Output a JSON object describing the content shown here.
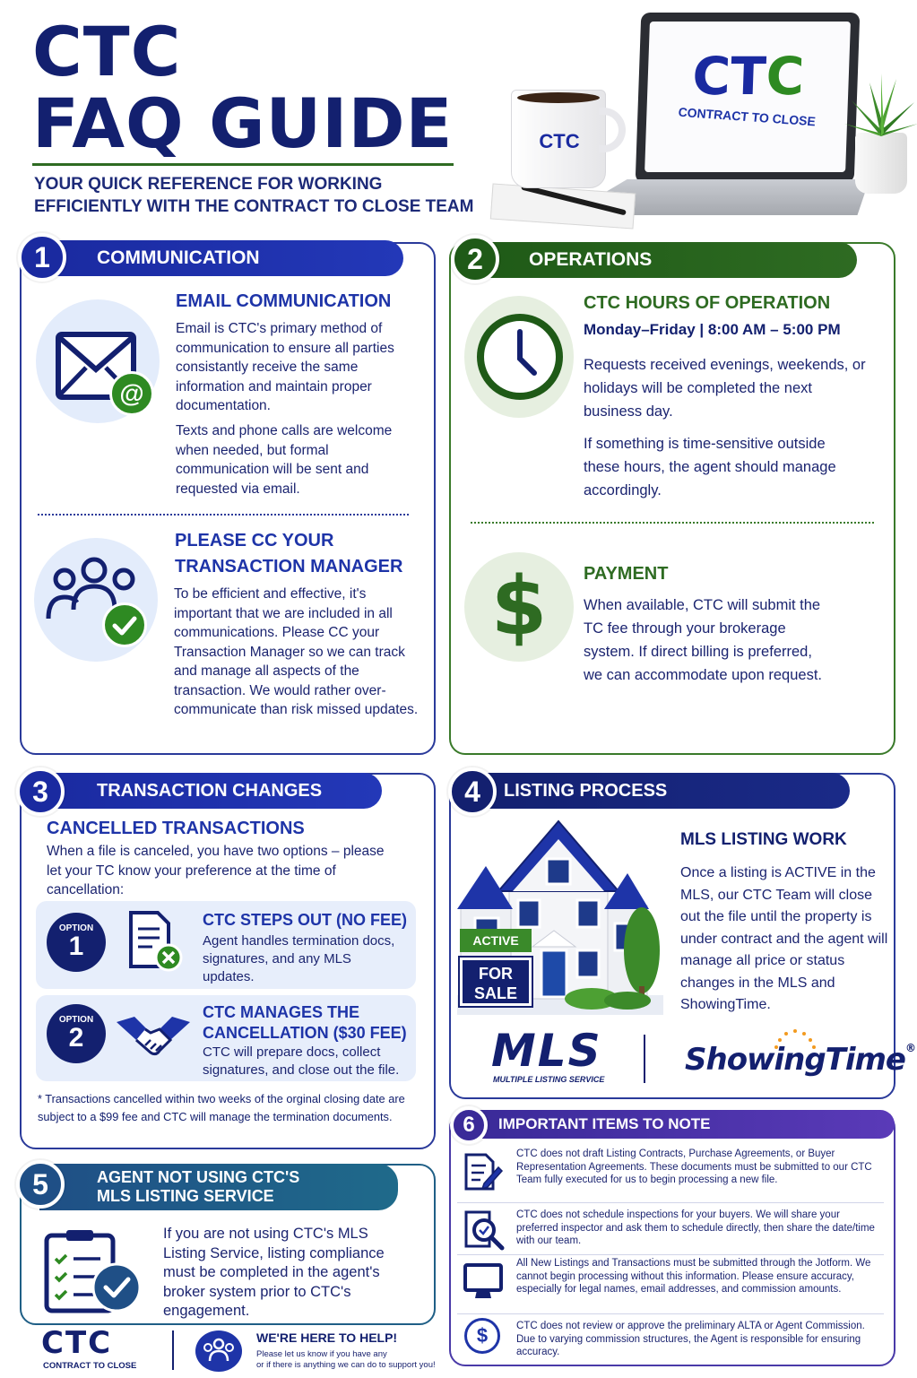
{
  "header": {
    "title_line1": "CTC",
    "title_line2": "FAQ GUIDE",
    "subtitle_line1": "YOUR QUICK REFERENCE FOR WORKING",
    "subtitle_line2": "EFFICIENTLY WITH THE CONTRACT TO CLOSE TEAM",
    "mug_label": "CTC",
    "laptop_logo_c1": "CT",
    "laptop_logo_c2": "C",
    "laptop_tagline": "CONTRACT TO CLOSE"
  },
  "sections": {
    "communication": {
      "number": "1",
      "title": "COMMUNICATION",
      "email": {
        "heading": "EMAIL COMMUNICATION",
        "para1": "Email is CTC's primary method of communication to ensure all parties consistantly receive the same information and maintain proper documentation.",
        "para2": "Texts and phone calls are welcome when needed, but formal communication will be sent and requested via email."
      },
      "cc": {
        "heading_line1": "PLEASE CC YOUR",
        "heading_line2": "TRANSACTION MANAGER",
        "para": "To be efficient and effective, it's important that we are included in all communications. Please CC your Transaction Manager so we can track and manage all aspects of the transaction. We would rather over-communicate than risk missed updates."
      }
    },
    "operations": {
      "number": "2",
      "title": "OPERATIONS",
      "hours": {
        "heading": "CTC HOURS OF OPERATION",
        "schedule": "Monday–Friday | 8:00 AM – 5:00 PM",
        "para1": "Requests received evenings, weekends, or holidays will be completed the next business day.",
        "para2": "If something is time-sensitive outside these hours, the agent should manage accordingly."
      },
      "payment": {
        "heading": "PAYMENT",
        "symbol": "$",
        "para": "When available, CTC will submit the TC fee through your brokerage system. If direct billing is preferred, we can accommodate upon request."
      }
    },
    "transaction_changes": {
      "number": "3",
      "title": "TRANSACTION CHANGES",
      "heading": "CANCELLED TRANSACTIONS",
      "intro": "When a file is canceled, you have two options – please let your TC know your preference at the time of cancellation:",
      "options": [
        {
          "label": "OPTION",
          "num": "1",
          "heading": "CTC STEPS OUT (NO FEE)",
          "text": "Agent handles termination docs, signatures, and any MLS updates."
        },
        {
          "label": "OPTION",
          "num": "2",
          "heading_line1": "CTC MANAGES THE",
          "heading_line2": "CANCELLATION ($30 FEE)",
          "text": "CTC will prepare docs, collect signatures, and close out the file."
        }
      ],
      "footnote": "* Transactions cancelled within two weeks of the orginal closing date are subject to a $99 fee and CTC will manage the termination documents."
    },
    "listing_process": {
      "number": "4",
      "title": "LISTING PROCESS",
      "heading": "MLS LISTING WORK",
      "para": "Once a listing is ACTIVE in the MLS, our CTC Team will close out the file until the property is under contract and the agent will manage all price or status changes in the MLS and ShowingTime.",
      "sign_active": "ACTIVE",
      "sign_for": "FOR",
      "sign_sale": "SALE",
      "mls_logo": "MLS",
      "mls_tagline": "MULTIPLE LISTING SERVICE",
      "showingtime_logo": "ShowingTime",
      "showingtime_reg": "®"
    },
    "agent_not_using": {
      "number": "5",
      "title_line1": "AGENT NOT USING CTC'S",
      "title_line2": "MLS LISTING SERVICE",
      "para": "If you are not using CTC's MLS Listing Service, listing compliance must be completed in the agent's broker system prior to CTC's engagement."
    },
    "important_items": {
      "number": "6",
      "title": "IMPORTANT ITEMS TO NOTE",
      "items": [
        "CTC does not draft Listing Contracts, Purchase Agreements, or Buyer Representation Agreements. These documents must be submitted to our CTC Team fully executed for us to begin processing a new file.",
        "CTC does not schedule inspections for your buyers. We will share your preferred inspector and ask them to schedule directly, then share the date/time with our team.",
        "All New Listings and Transactions must be submitted through the Jotform. We cannot begin processing without this information. Please ensure accuracy, especially for legal names, email addresses, and commission amounts.",
        "CTC does not review or approve the preliminary ALTA or Agent Commission. Due to varying commission structures, the Agent is responsible for ensuring accuracy."
      ]
    }
  },
  "footer": {
    "logo": "CTC",
    "logo_tagline": "CONTRACT TO CLOSE",
    "help_heading": "WE'RE HERE TO HELP!",
    "help_line1": "Please let us know if you have any",
    "help_line2": "or if there is anything we can do to support you!"
  },
  "colors": {
    "navy": "#13206f",
    "blue": "#1e34a8",
    "green": "#2e6b22",
    "purple": "#4a2fa8",
    "teal": "#1f5f86"
  }
}
